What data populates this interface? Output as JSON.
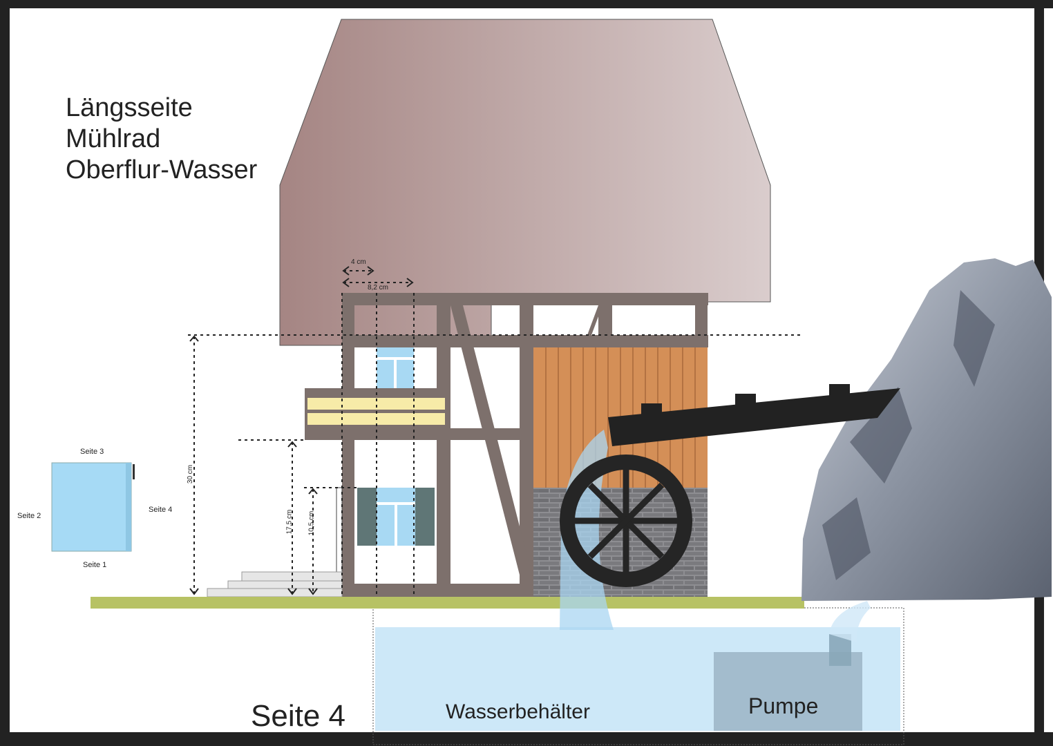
{
  "title": {
    "line1": "Längsseite",
    "line2": "Mühlrad",
    "line3": "Oberflur-Wasser"
  },
  "page_label": "Seite 4",
  "tank_label": "Wasserbehälter",
  "pump_label": "Pumpe",
  "mini_plan": {
    "side1": "Seite 1",
    "side2": "Seite 2",
    "side3": "Seite 3",
    "side4": "Seite 4"
  },
  "dimensions": {
    "d4": "4 cm",
    "d82": "8,2 cm",
    "d30": "30 cm",
    "d175": "17,5 cm",
    "d105": "10,5 cm"
  },
  "colors": {
    "roof_left": "#a98a88",
    "roof_right": "#d9c9c9",
    "timber": "#7a6d69",
    "boards": "#d59058",
    "ground": "#b7c264",
    "water": "#cfe9f8",
    "wheel": "#252525",
    "pump": "#9fb9c9",
    "frame": "#222222"
  }
}
